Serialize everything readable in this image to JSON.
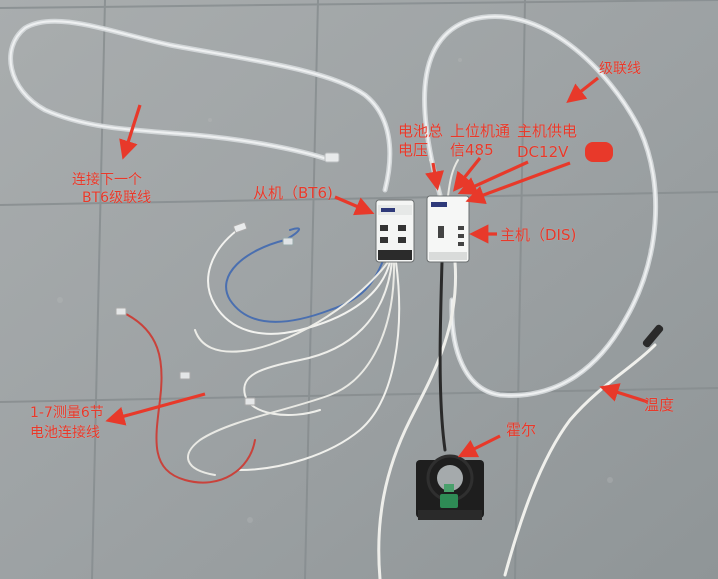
{
  "annotation_color": "#e8392a",
  "labels": {
    "cascade_line": "级联线",
    "next_bt6_line1": "连接下一个",
    "next_bt6_line2": "BT6级联线",
    "battery_voltage_line1": "电池总",
    "battery_voltage_line2": "电压",
    "upper_comm_line1": "上位机通",
    "upper_comm_line2": "信485",
    "main_power_line1": "主机供电",
    "main_power_line2": "DC12V",
    "slave": "从机（BT6)",
    "master": "主机（DIS)",
    "cell_cable_line1": "1-7测量6节",
    "cell_cable_line2": "电池连接线",
    "temperature": "温度",
    "hall": "霍尔"
  }
}
